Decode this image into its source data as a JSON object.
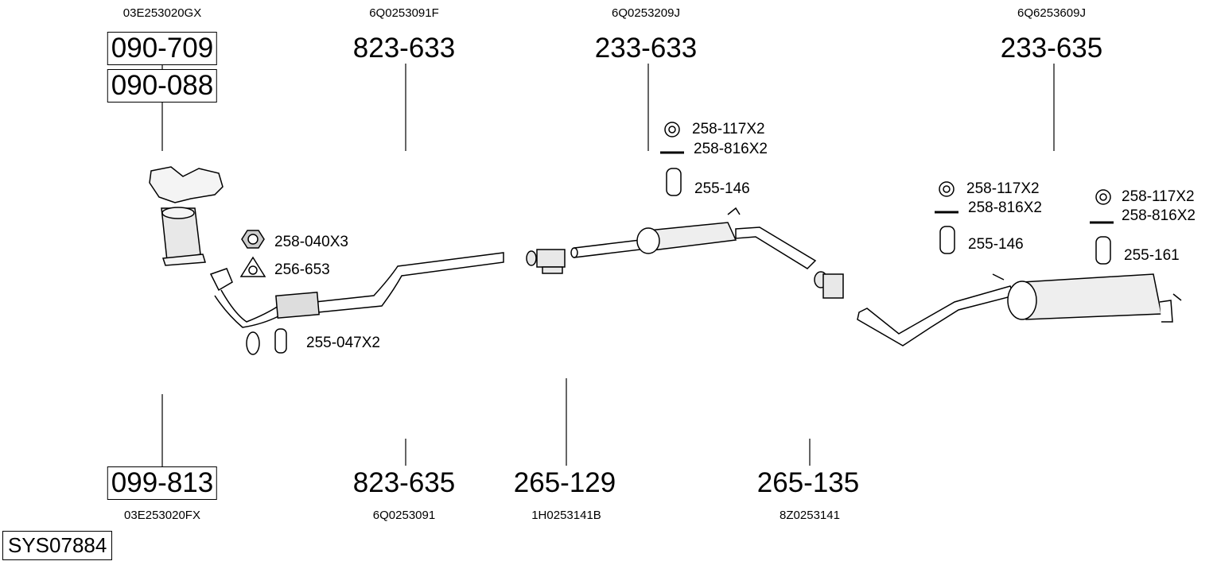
{
  "system_id": "SYS07884",
  "top_parts": [
    {
      "oe": "03E253020GX",
      "numbers": [
        "090-709",
        "090-088"
      ]
    },
    {
      "oe": "6Q0253091F",
      "numbers": [
        "823-633"
      ]
    },
    {
      "oe": "6Q0253209J",
      "numbers": [
        "233-633"
      ]
    },
    {
      "oe": "6Q6253609J",
      "numbers": [
        "233-635"
      ]
    }
  ],
  "bottom_parts": [
    {
      "oe": "03E253020FX",
      "number": "099-813"
    },
    {
      "oe": "6Q0253091",
      "number": "823-635"
    },
    {
      "oe": "1H0253141B",
      "number": "265-129"
    },
    {
      "oe": "8Z0253141",
      "number": "265-135"
    }
  ],
  "accessories": [
    {
      "label": "258-040X3",
      "icon": "nut-icon"
    },
    {
      "label": "256-653",
      "icon": "gasket-icon"
    },
    {
      "label": "255-047X2",
      "icon": "rubber-hanger-icon"
    },
    {
      "label": "258-117X2",
      "icon": "washer-icon"
    },
    {
      "label": "258-816X2",
      "icon": "bolt-icon"
    },
    {
      "label": "255-146",
      "icon": "rubber-hanger-icon"
    },
    {
      "label": "258-117X2",
      "icon": "washer-icon"
    },
    {
      "label": "258-816X2",
      "icon": "bolt-icon"
    },
    {
      "label": "255-146",
      "icon": "rubber-hanger-icon"
    },
    {
      "label": "258-117X2",
      "icon": "washer-icon"
    },
    {
      "label": "258-816X2",
      "icon": "bolt-icon"
    },
    {
      "label": "255-161",
      "icon": "rubber-hanger-icon"
    }
  ]
}
